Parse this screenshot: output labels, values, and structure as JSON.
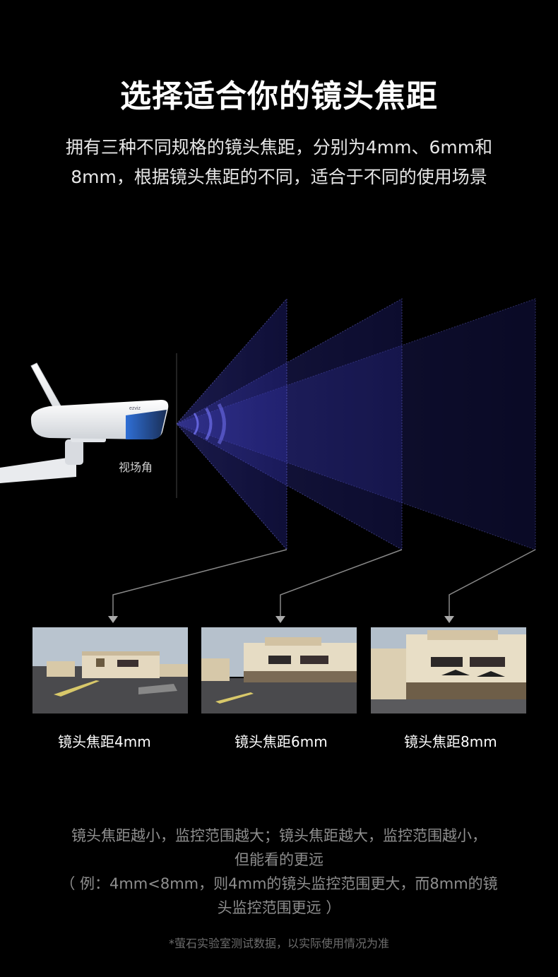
{
  "title": "选择适合你的镜头焦距",
  "subtitle_line1": "拥有三种不同规格的镜头焦距，分别为4mm、6mm和",
  "subtitle_line2": "8mm，根据镜头焦距的不同，适合于不同的使用场景",
  "fov_label": "视场角",
  "camera_brand": "ezviz",
  "lenses": [
    {
      "caption": "镜头焦距4mm"
    },
    {
      "caption": "镜头焦距6mm"
    },
    {
      "caption": "镜头焦距8mm"
    }
  ],
  "note_line1": "镜头焦距越小，监控范围越大；镜头焦距越大，监控范围越小，",
  "note_line2": "但能看的更远",
  "note_line3": "（ 例：4mm<8mm，则4mm的镜头监控范围更大，而8mm的镜",
  "note_line4": "头监控范围更远 ）",
  "footnote": "*萤石实验室测试数据，以实际使用情况为准",
  "colors": {
    "background": "#000000",
    "beam": "#3a3ab0",
    "beam_edge": "#6a6ae0",
    "accent_blue": "#2f6fd6"
  }
}
